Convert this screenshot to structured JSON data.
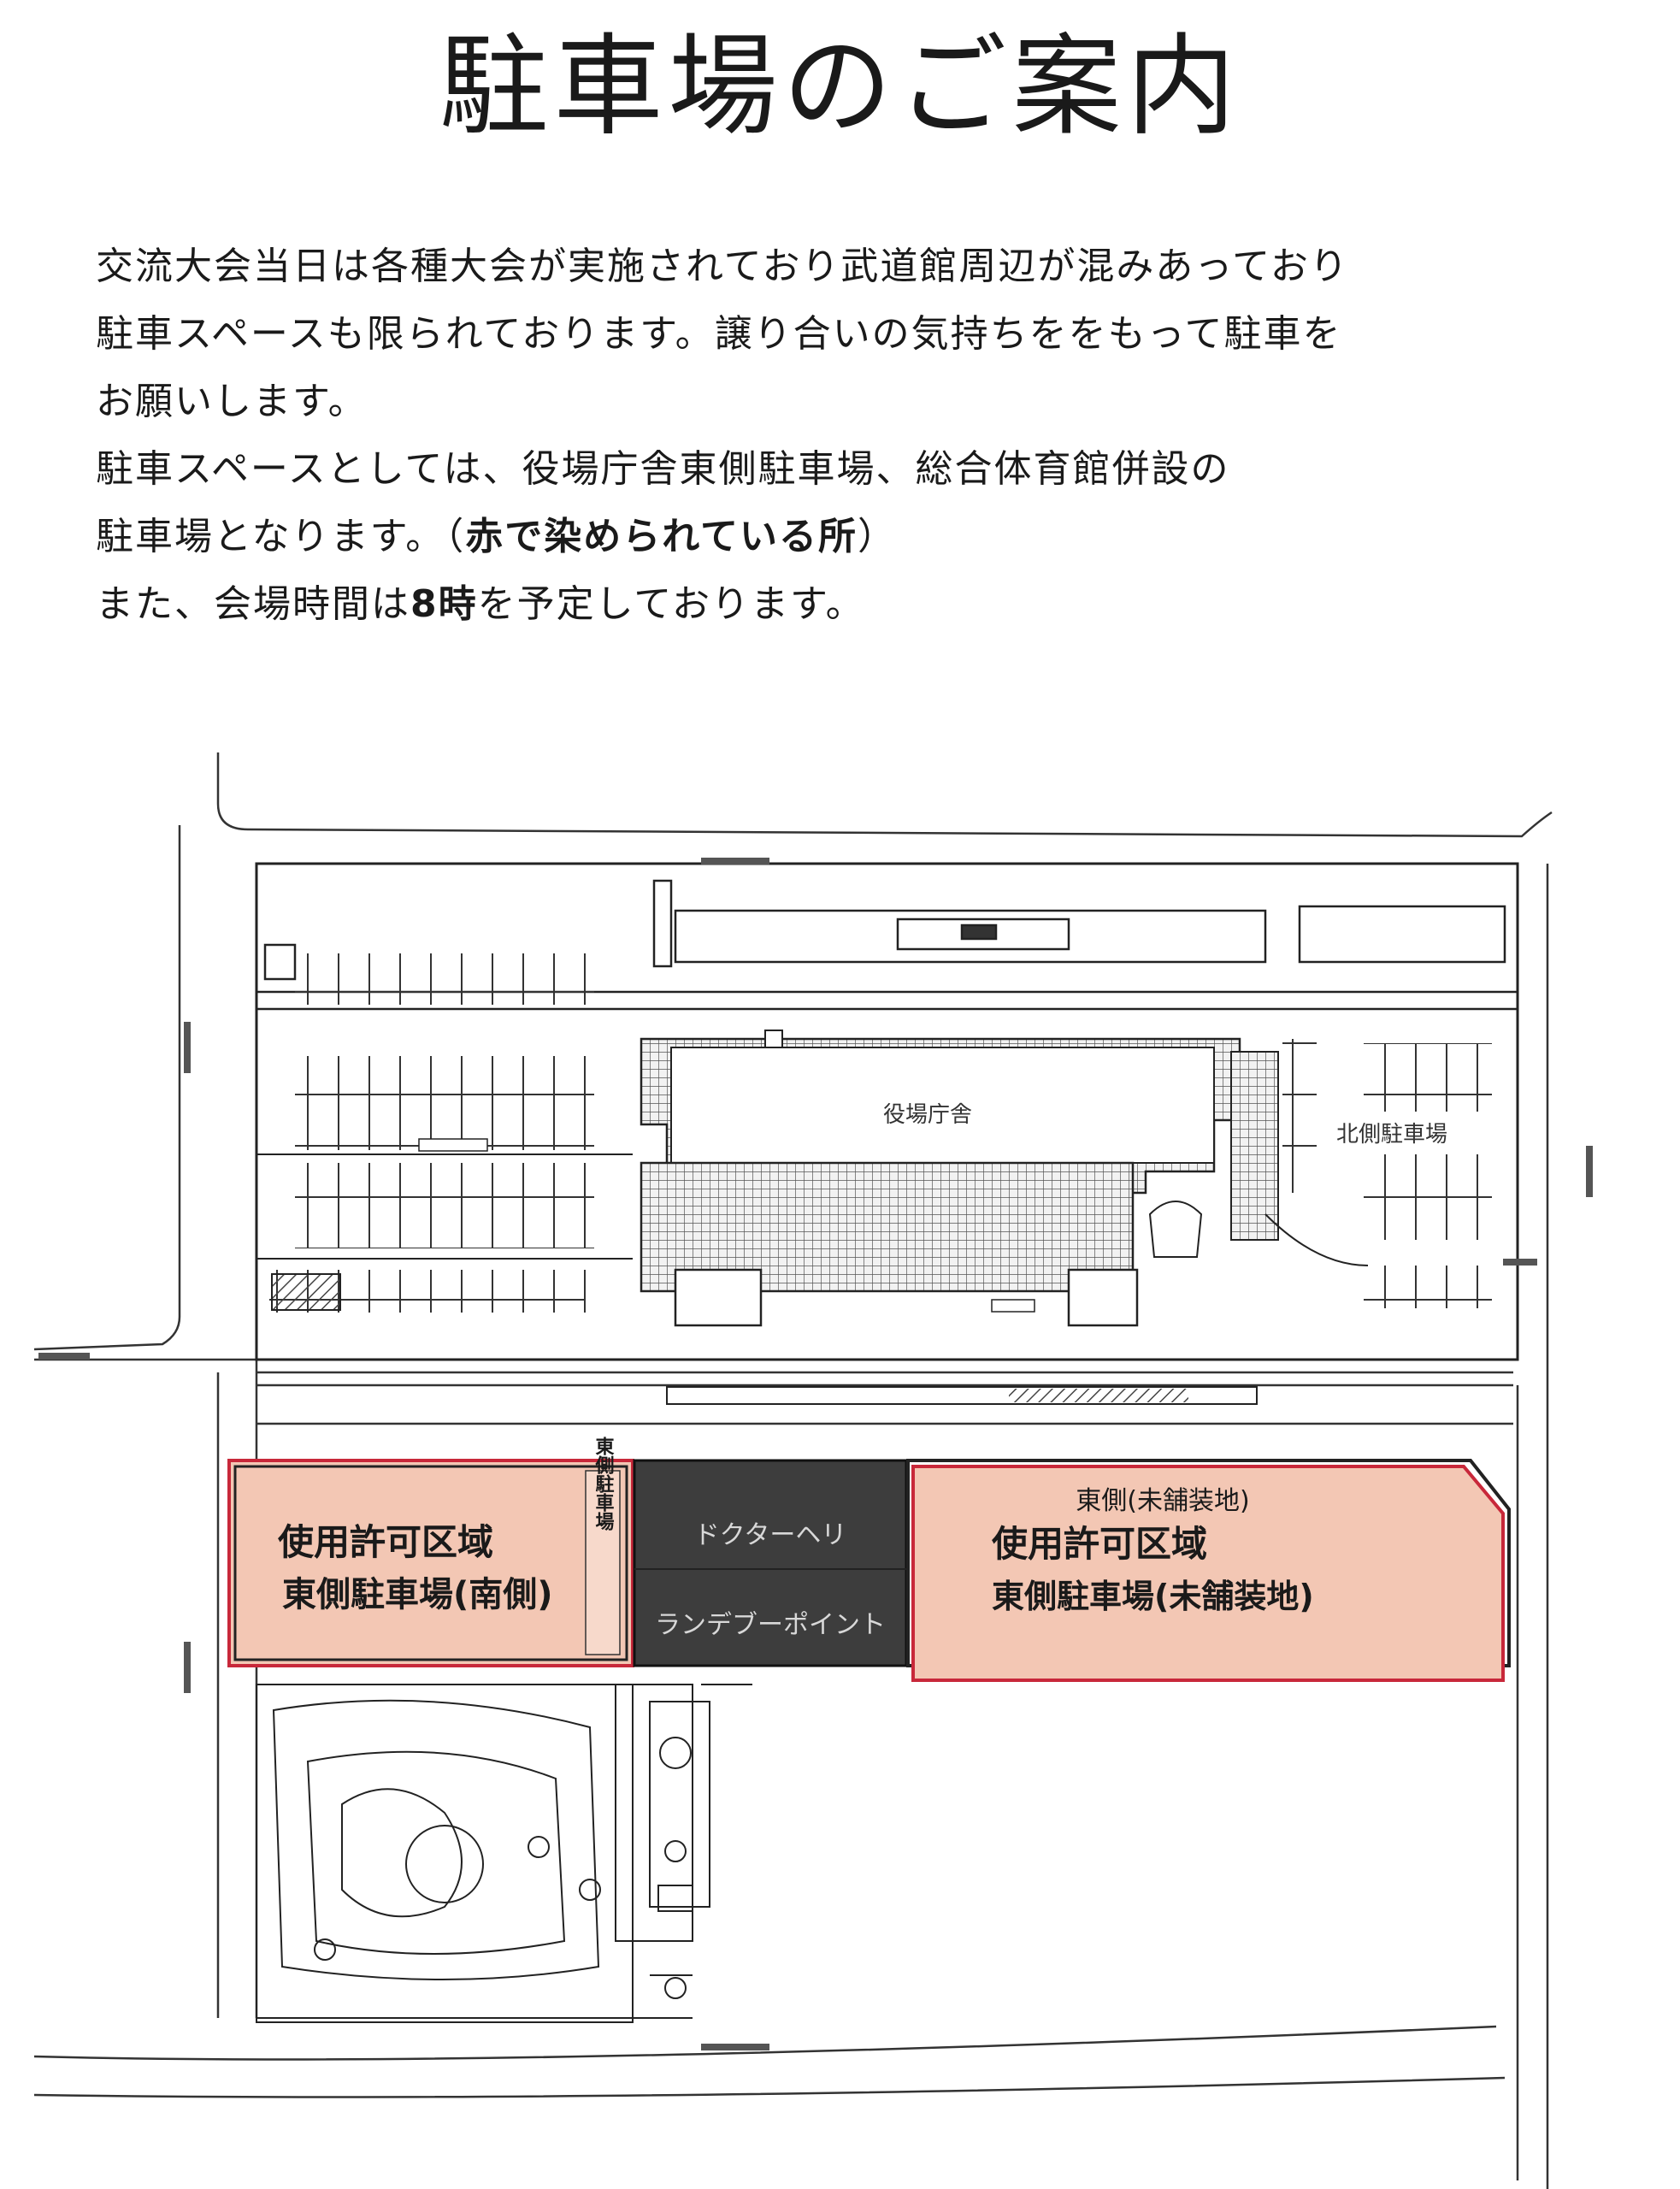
{
  "title": "駐車場のご案内",
  "intro": {
    "line1": "交流大会当日は各種大会が実施されており武道館周辺が混みあっており",
    "line2": "駐車スペースも限られております。譲り合いの気持ちををもって駐車を",
    "line3": "お願いします。",
    "line4": "駐車スペースとしては、役場庁舎東側駐車場、総合体育館併設の",
    "line5_pre": "駐車場となります。（",
    "line5_bold": "赤で染められている所",
    "line5_post": "）",
    "line6_pre": "また、会場時間は",
    "line6_bold": "8時",
    "line6_post": "を予定しております。"
  },
  "map": {
    "building_label": "役場庁舎",
    "north_parking_label": "北側駐車場",
    "south_zone": {
      "title": "使用許可区域",
      "subtitle": "東側駐車場(南側)",
      "side_label": "東側駐車場"
    },
    "heli": {
      "line1": "ドクターヘリ",
      "line2": "ランデブーポイント"
    },
    "east_zone": {
      "note": "東側(未舗装地)",
      "title": "使用許可区域",
      "subtitle": "東側駐車場(未舗装地)"
    },
    "colors": {
      "permitted_fill": "#f3c7b4",
      "permitted_border": "#c8283a",
      "heli_fill": "#3d3d3d"
    }
  }
}
